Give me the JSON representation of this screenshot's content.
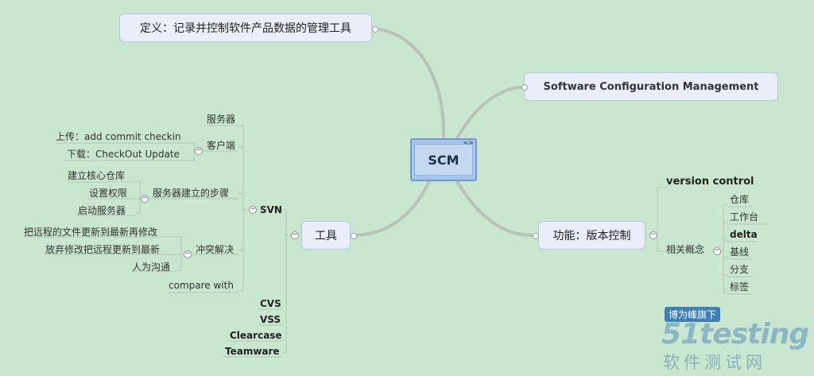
{
  "central": {
    "label": "SCM",
    "mini": "<>"
  },
  "definition": "定义：记录并控制软件产品数据的管理工具",
  "full_name": "Software Configuration Management",
  "function": {
    "label": "功能：版本控制",
    "version_control": "version control",
    "concepts_label": "相关概念",
    "concepts": [
      "仓库",
      "工作台",
      "delta",
      "基线",
      "分支",
      "标签"
    ]
  },
  "tools": {
    "label": "工具",
    "svn": {
      "label": "SVN",
      "server": "服务器",
      "client": {
        "label": "客户端",
        "items": [
          "上传：add commit checkin",
          "下载：CheckOut Update"
        ]
      },
      "setup": {
        "label": "服务器建立的步骤",
        "items": [
          "建立核心仓库",
          "设置权限",
          "启动服务器"
        ]
      },
      "conflict": {
        "label": "冲突解决",
        "items": [
          "把远程的文件更新到最新再修改",
          "放弃修改把远程更新到最新",
          "人为沟通"
        ]
      },
      "compare": "compare with"
    },
    "others": [
      "CVS",
      "VSS",
      "Clearcase",
      "Teamware"
    ]
  },
  "collapse_symbol": "−",
  "watermark": {
    "top": "博为峰旗下",
    "logo": "51testing",
    "bottom": "软件测试网"
  }
}
